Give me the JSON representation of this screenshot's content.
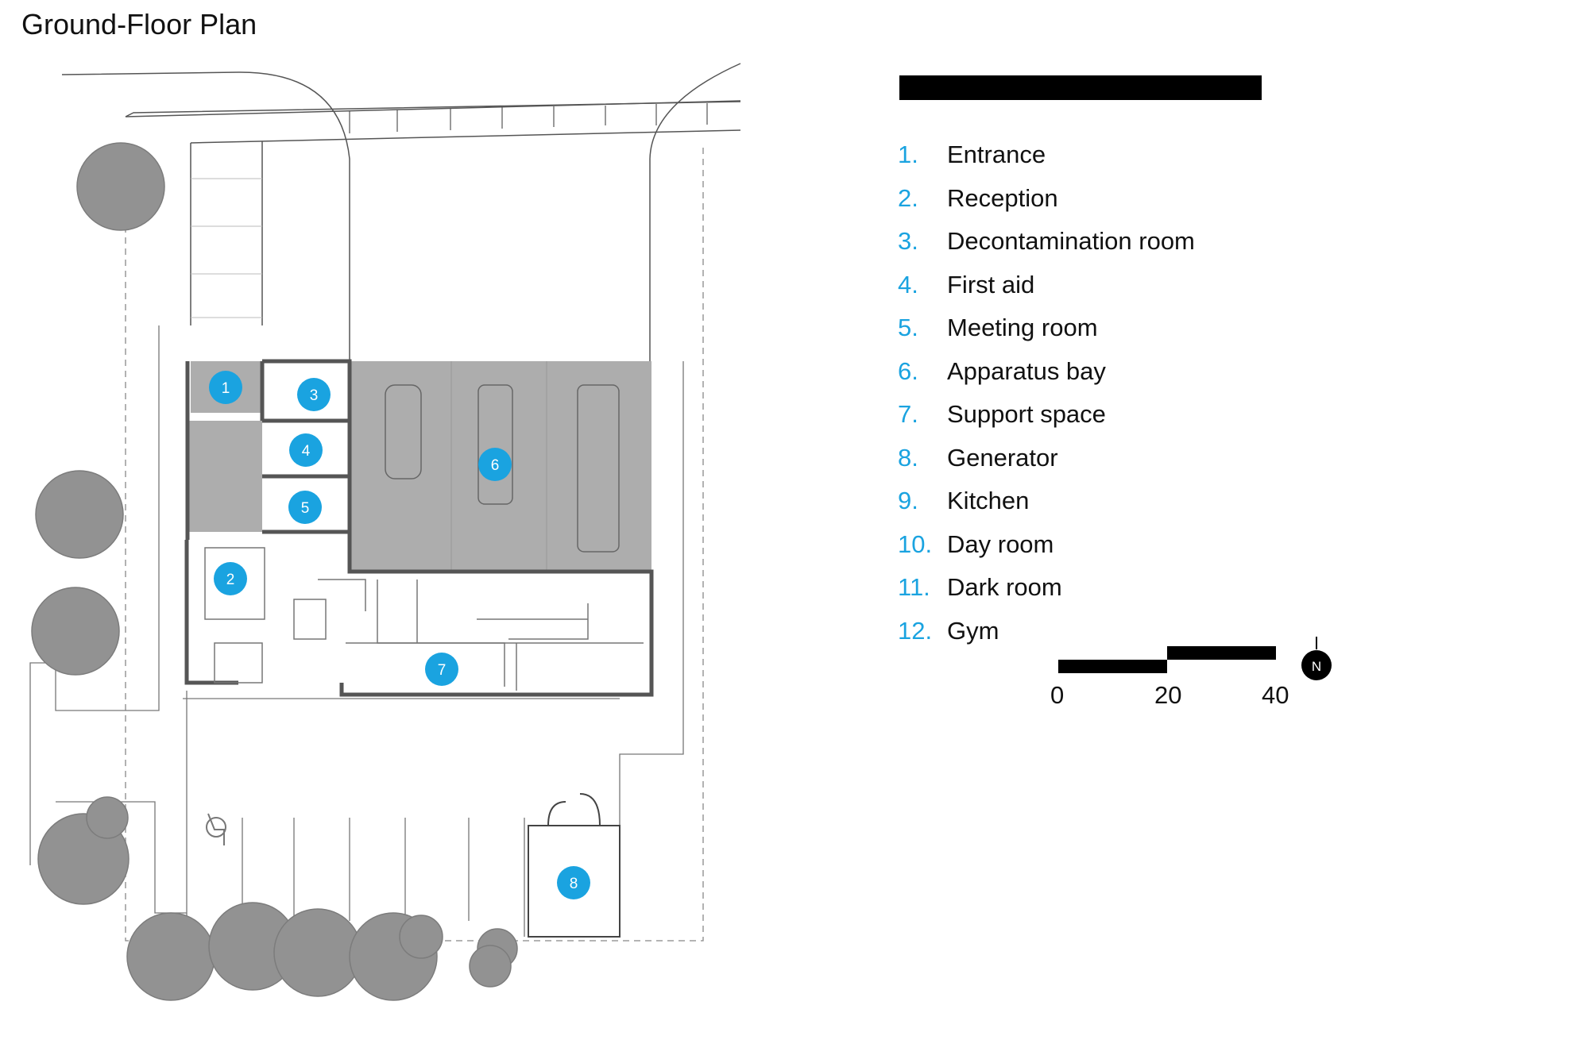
{
  "title": "Ground-Floor Plan",
  "accent_color": "#1aa3e0",
  "legend": [
    {
      "num": "1.",
      "label": "Entrance"
    },
    {
      "num": "2.",
      "label": "Reception"
    },
    {
      "num": "3.",
      "label": "Decontamination room"
    },
    {
      "num": "4.",
      "label": "First aid"
    },
    {
      "num": "5.",
      "label": "Meeting room"
    },
    {
      "num": "6.",
      "label": "Apparatus bay"
    },
    {
      "num": "7.",
      "label": "Support space"
    },
    {
      "num": "8.",
      "label": "Generator"
    },
    {
      "num": "9.",
      "label": "Kitchen"
    },
    {
      "num": "10.",
      "label": "Day room"
    },
    {
      "num": "11.",
      "label": "Dark room"
    },
    {
      "num": "12.",
      "label": "Gym"
    }
  ],
  "scale": {
    "labels": [
      "0",
      "20",
      "40"
    ]
  },
  "north_label": "N",
  "room_markers": [
    "1",
    "2",
    "3",
    "4",
    "5",
    "6",
    "7",
    "8"
  ],
  "icons": [
    "tree-icon",
    "accessible-parking-icon",
    "north-arrow-icon"
  ]
}
